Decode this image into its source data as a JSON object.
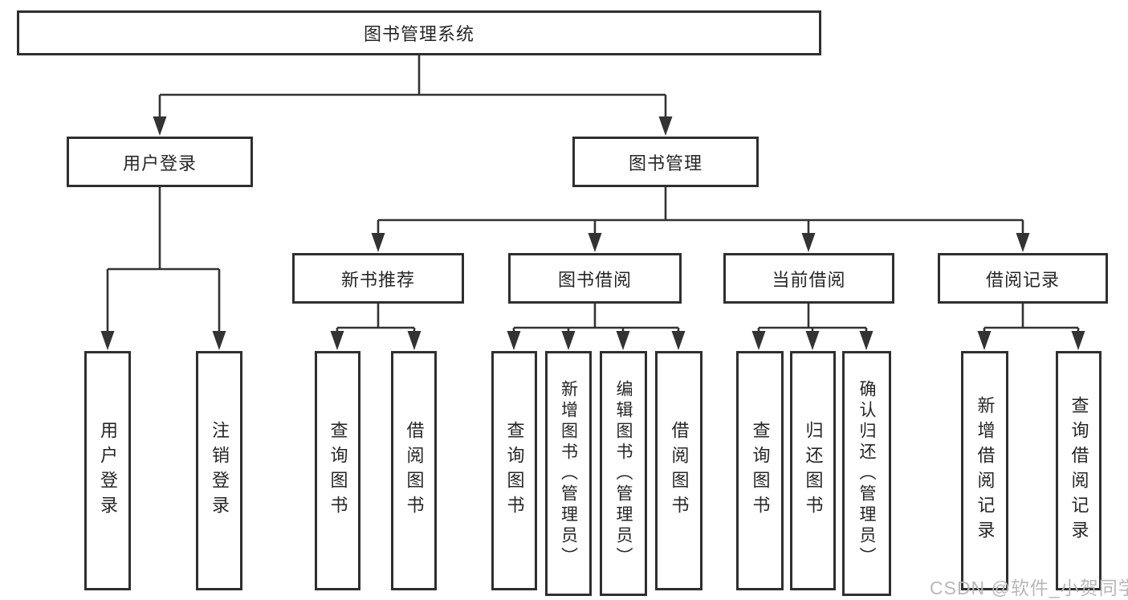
{
  "diagram": {
    "title": "图书管理系统",
    "nodes": {
      "root": "图书管理系统",
      "user_login": "用户登录",
      "book_mgmt": "图书管理",
      "new_book_rec": "新书推荐",
      "book_borrow": "图书借阅",
      "current_borrow": "当前借阅",
      "borrow_records": "借阅记录",
      "leaf_user_login": "用户登录",
      "leaf_logout": "注销登录",
      "leaf_query_book_rec": "查询图书",
      "leaf_borrow_book_rec": "借阅图书",
      "leaf_query_book_borrow": "查询图书",
      "leaf_add_book_admin": "新增图书（管理员）",
      "leaf_edit_book_admin": "编辑图书（管理员）",
      "leaf_borrow_book_2": "借阅图书",
      "leaf_query_book_current": "查询图书",
      "leaf_return_book": "归还图书",
      "leaf_confirm_return_admin": "确认归还（管理员）",
      "leaf_add_borrow_record": "新增借阅记录",
      "leaf_query_borrow_record": "查询借阅记录"
    },
    "structure": {
      "图书管理系统": {
        "用户登录": [
          "用户登录",
          "注销登录"
        ],
        "图书管理": {
          "新书推荐": [
            "查询图书",
            "借阅图书"
          ],
          "图书借阅": [
            "查询图书",
            "新增图书（管理员）",
            "编辑图书（管理员）",
            "借阅图书"
          ],
          "当前借阅": [
            "查询图书",
            "归还图书",
            "确认归还（管理员）"
          ],
          "借阅记录": [
            "新增借阅记录",
            "查询借阅记录"
          ]
        }
      }
    },
    "colors": {
      "line": "#333333",
      "border": "#2f2f2f",
      "text": "#262626",
      "watermark": "#b8b8b8",
      "background": "#ffffff"
    }
  },
  "watermark": {
    "text": "CSDN @软件_小贺同学"
  }
}
